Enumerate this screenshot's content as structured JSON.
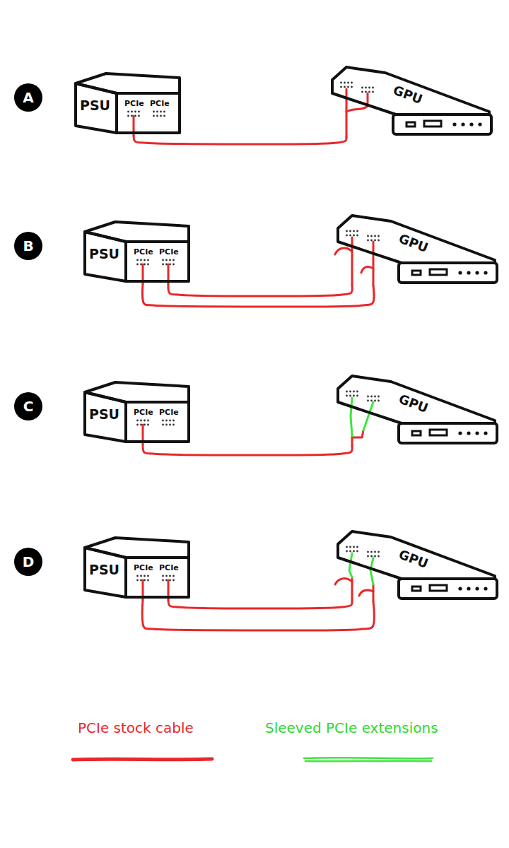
{
  "diagram": {
    "nodes": [
      {
        "text": [
          "A"
        ]
      },
      {
        "text": [
          "PSU",
          "PCIe",
          "PCIe"
        ]
      },
      {
        "text": [
          "GPU"
        ]
      },
      {
        "text": [
          "B"
        ]
      },
      {
        "text": [
          "PSU",
          "PCIe",
          "PCIe"
        ]
      },
      {
        "text": [
          "GPU"
        ]
      },
      {
        "text": [
          "C"
        ]
      },
      {
        "text": [
          "PSU",
          "PCIe",
          "PCIe"
        ]
      },
      {
        "text": [
          "GPU"
        ]
      },
      {
        "text": [
          "D"
        ]
      },
      {
        "text": [
          "PSU",
          "PCIe",
          "PCIe"
        ]
      },
      {
        "text": [
          "GPU"
        ]
      }
    ],
    "edges": [
      {
        "from": 1,
        "to": 2,
        "arrow": "none"
      },
      {
        "from": 4,
        "to": 5,
        "arrow": "none"
      },
      {
        "from": 4,
        "to": 5,
        "arrow": "none"
      },
      {
        "from": 7,
        "to": 8,
        "arrow": "none"
      },
      {
        "from": 10,
        "to": 11,
        "arrow": "none"
      },
      {
        "from": 10,
        "to": 11,
        "arrow": "none"
      }
    ],
    "legend": [
      {
        "text": "PCIe stock cable"
      },
      {
        "text": "Sleeved PCIe extensions"
      }
    ]
  }
}
